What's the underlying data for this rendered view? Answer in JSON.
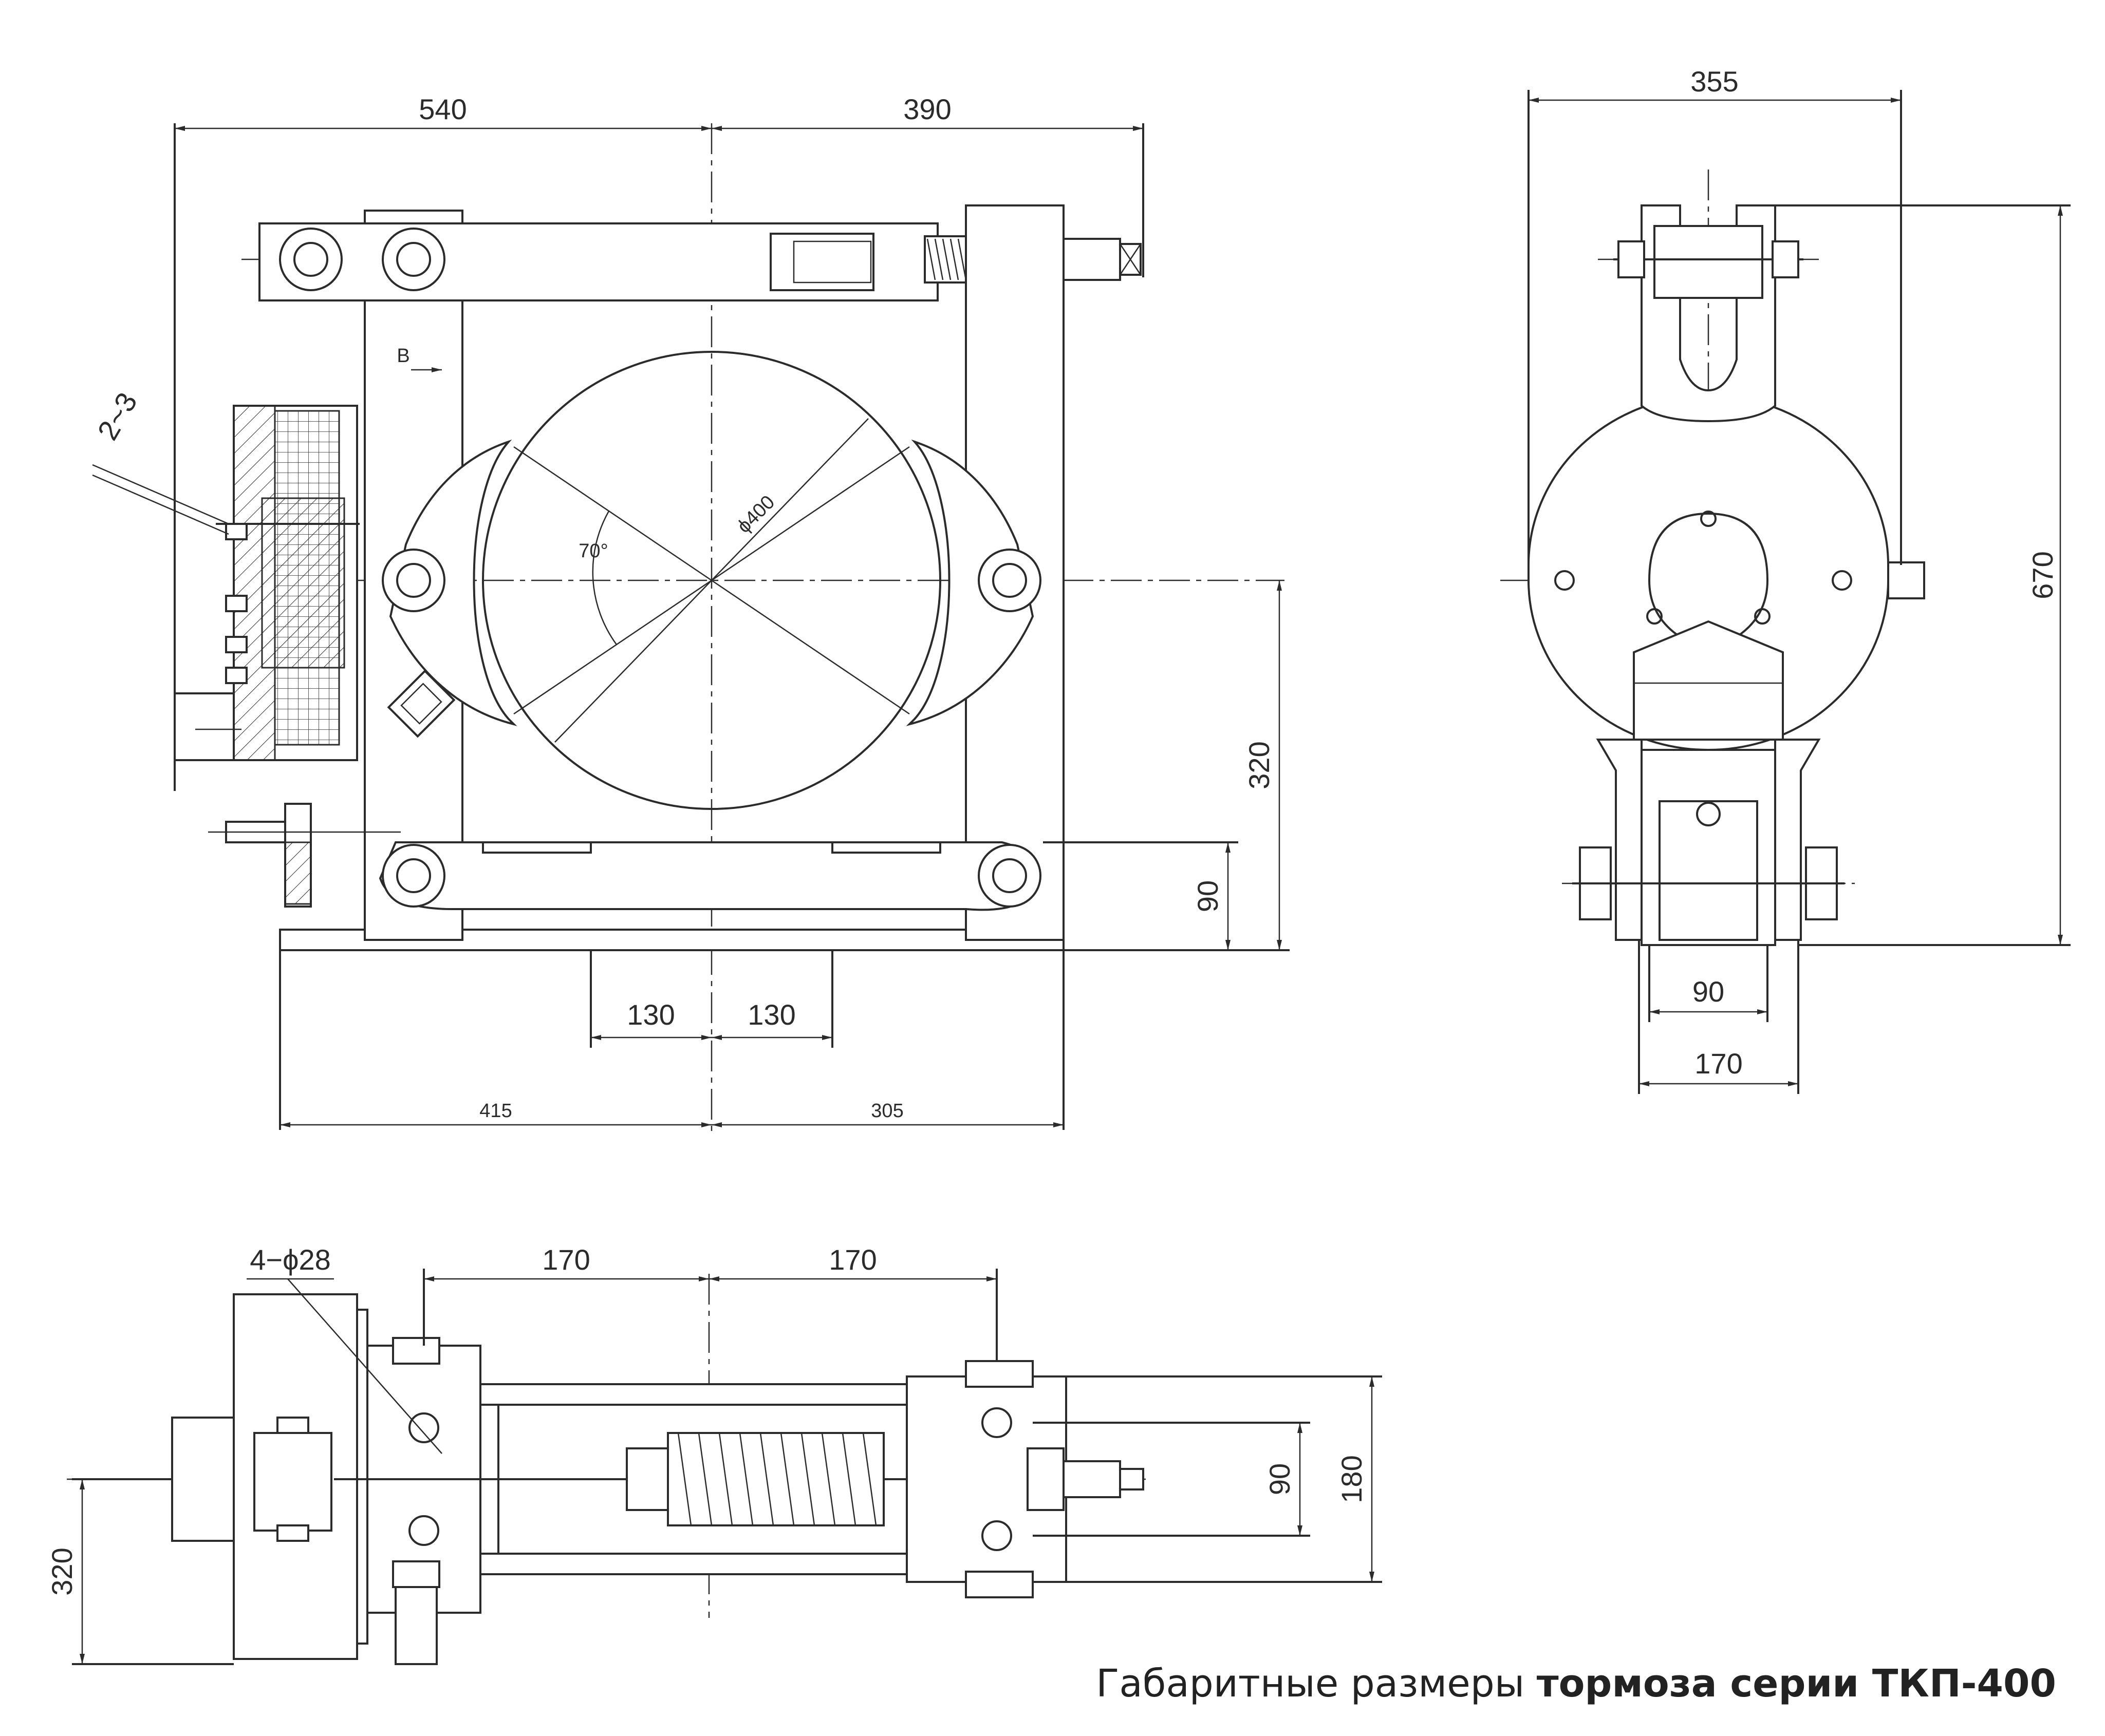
{
  "caption": {
    "normal": "Габаритные размеры ",
    "bold": "тормоза серии ТКП-400"
  },
  "front_view": {
    "dim_left_top": "540",
    "dim_right_top": "390",
    "dim_base_left": "415",
    "dim_base_right": "305",
    "dim_foot_left": "130",
    "dim_foot_right": "130",
    "dim_axis_height": "320",
    "dim_lower_pin": "90",
    "dim_gap": "2~3",
    "angle_label": "70°",
    "drum_diameter": "ϕ400",
    "gap_letter": "B"
  },
  "side_view": {
    "dim_width_top": "355",
    "dim_height": "670",
    "dim_inner_base": "90",
    "dim_outer_base": "170"
  },
  "plan_view": {
    "holes_label": "4−ϕ28",
    "dim_left": "170",
    "dim_right": "170",
    "dim_inner": "90",
    "dim_outer": "180",
    "dim_vertical": "320"
  }
}
